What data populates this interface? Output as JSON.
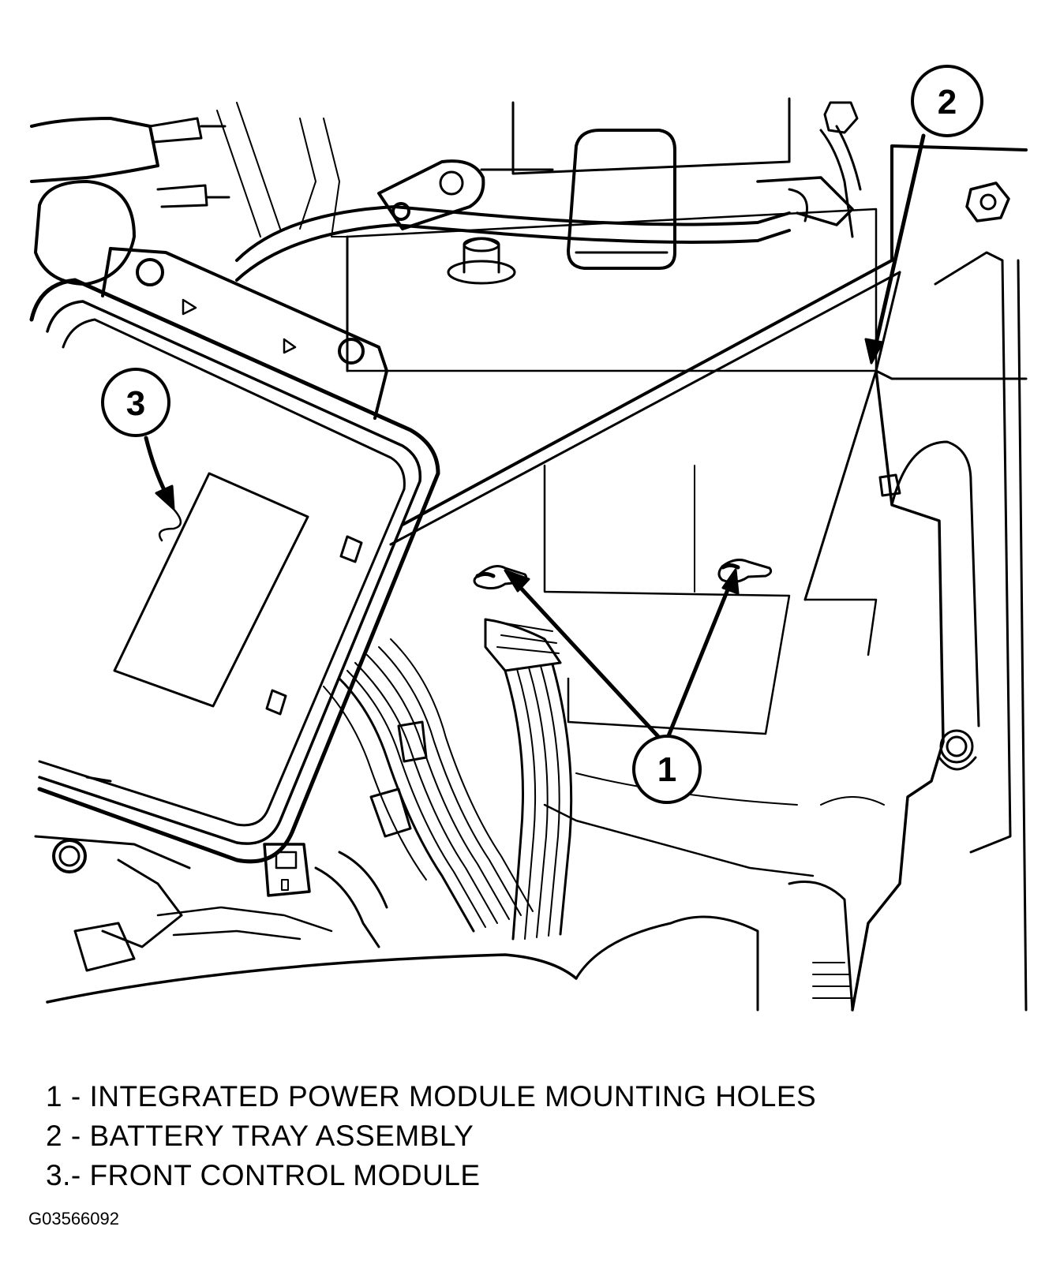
{
  "callouts": [
    {
      "number": "1"
    },
    {
      "number": "2"
    },
    {
      "number": "3"
    }
  ],
  "legend": [
    {
      "text": "1 - INTEGRATED POWER MODULE MOUNTING HOLES"
    },
    {
      "text": "2 - BATTERY TRAY ASSEMBLY"
    },
    {
      "text": "3.- FRONT CONTROL MODULE"
    }
  ],
  "figure_id": "G03566092",
  "colors": {
    "ink": "#000000",
    "paper": "#ffffff"
  }
}
